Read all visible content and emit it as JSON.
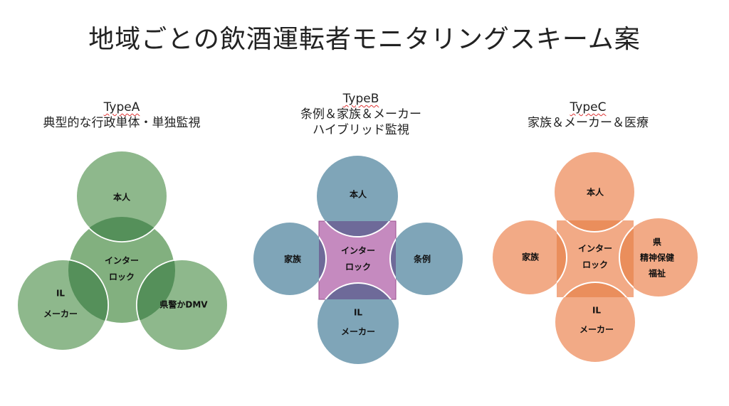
{
  "title": "地域ごとの飲酒運転者モニタリングスキーム案",
  "colors": {
    "typeA": "#82b07f",
    "typeA_overlap": "#55905a",
    "typeB_outer": "#7fa5b8",
    "typeB_center": "#c58abf",
    "typeB_overlap": "#6e6a99",
    "typeC": "#f2aa86",
    "typeC_overlap": "#ea8e5c"
  },
  "schemes": [
    {
      "type": "TypeA",
      "desc": [
        "典型的な行政単体・単独監視"
      ],
      "center": [
        "インター",
        "ロック"
      ],
      "top": [
        "本人"
      ],
      "left": [
        "IL",
        "メーカー"
      ],
      "right": [
        "県警かDMV"
      ]
    },
    {
      "type": "TypeB",
      "desc": [
        "条例＆家族＆メーカー",
        "ハイブリッド監視"
      ],
      "center": [
        "インター",
        "ロック"
      ],
      "top": [
        "本人"
      ],
      "left": [
        "家族"
      ],
      "right": [
        "条例"
      ],
      "bottom": [
        "IL",
        "メーカー"
      ]
    },
    {
      "type": "TypeC",
      "desc": [
        "家族＆メーカー＆医療"
      ],
      "center": [
        "インター",
        "ロック"
      ],
      "top": [
        "本人"
      ],
      "left": [
        "家族"
      ],
      "right": [
        "県",
        "精神保健",
        "福祉"
      ],
      "bottom": [
        "IL",
        "メーカー"
      ]
    }
  ]
}
